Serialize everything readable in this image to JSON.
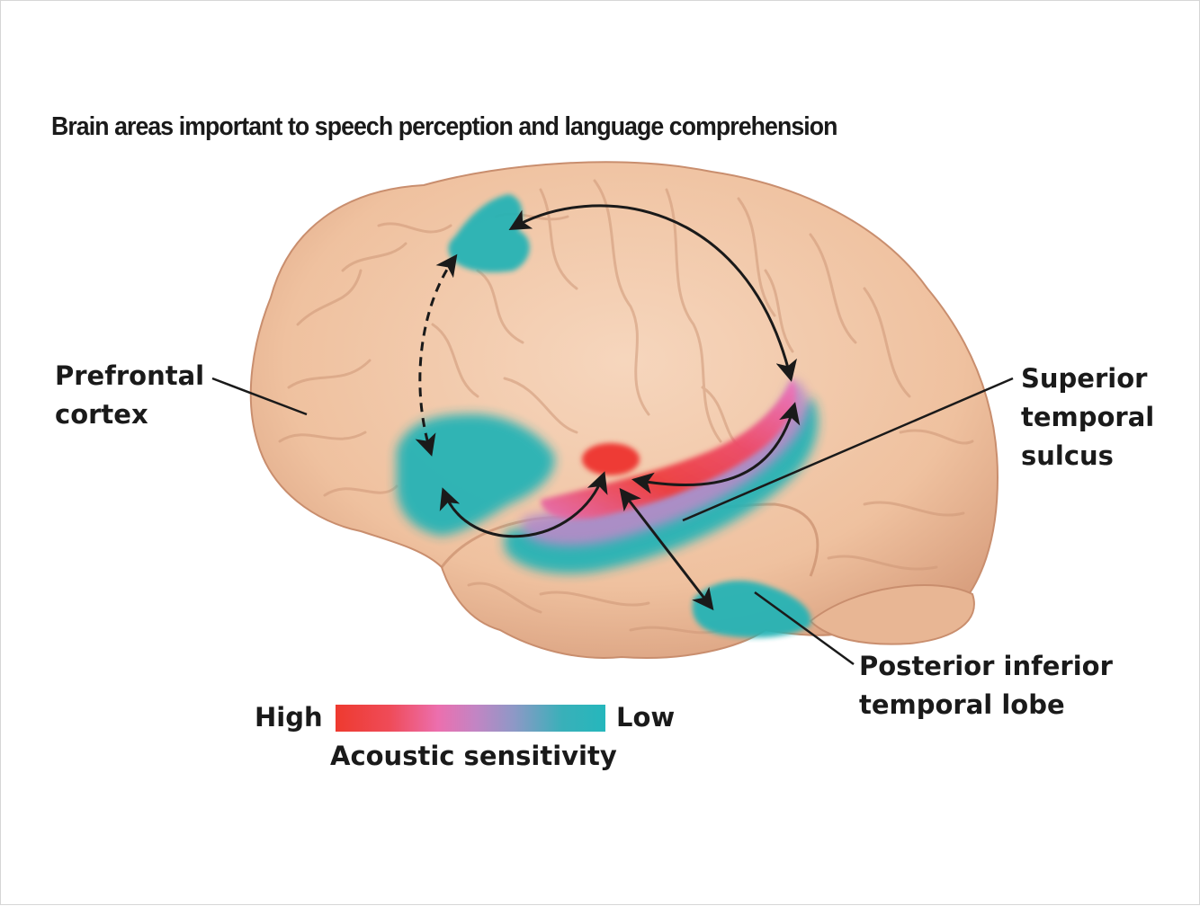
{
  "title": "Brain areas important to speech perception and language comprehension",
  "labels": {
    "prefrontal_line1": "Prefrontal",
    "prefrontal_line2": "cortex",
    "sts_line1": "Superior",
    "sts_line2": "temporal",
    "sts_line3": "sulcus",
    "pitl_line1": "Posterior inferior",
    "pitl_line2": "temporal lobe"
  },
  "legend": {
    "high": "High",
    "low": "Low",
    "caption": "Acoustic sensitivity",
    "colors": [
      "#ee3a2f",
      "#ec6fae",
      "#8e98c6",
      "#25b7bc"
    ]
  },
  "colors": {
    "brain": "#f0c4a4",
    "brain_shade": "#d99c7c",
    "teal": "#26b3b5",
    "red": "#ee3b36",
    "pink": "#e96cb3",
    "arrow": "#1a1a1a"
  }
}
